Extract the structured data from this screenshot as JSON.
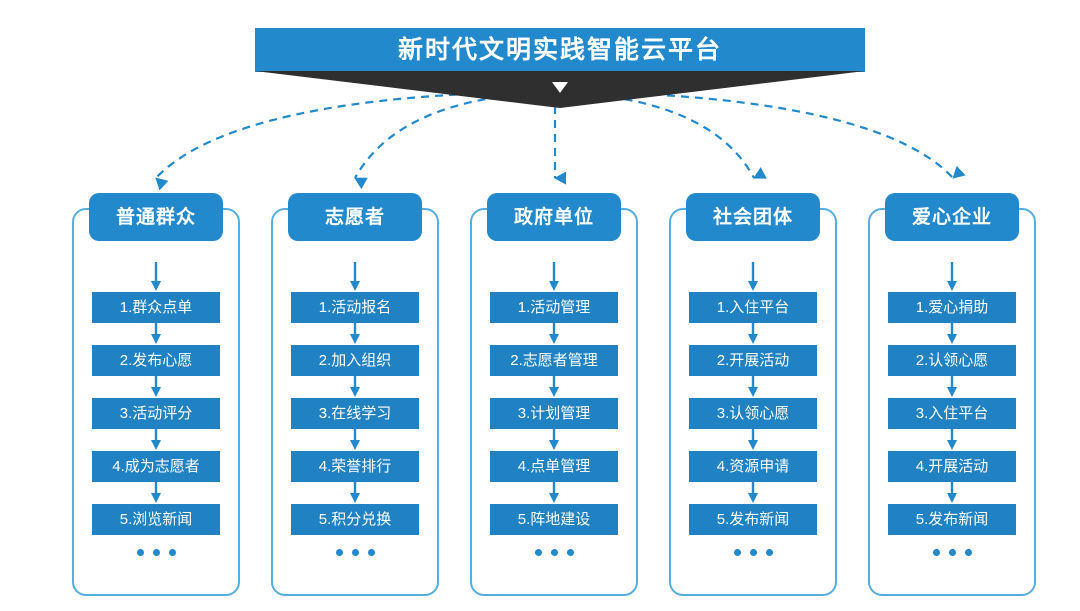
{
  "banner": {
    "title": "新时代文明实践智能云平台",
    "color": "#2189CC",
    "ribbon_color": "#2F2F2F",
    "chevron": "▼"
  },
  "theme": {
    "accent": "#2189CC",
    "box_blue": "#2082C3",
    "border_blue": "#55AEE0",
    "background": "#FFFFFF"
  },
  "columns": [
    {
      "header": "普通群众",
      "items": [
        "1.群众点单",
        "2.发布心愿",
        "3.活动评分",
        "4.成为志愿者",
        "5.浏览新闻"
      ],
      "more": "..."
    },
    {
      "header": "志愿者",
      "items": [
        "1.活动报名",
        "2.加入组织",
        "3.在线学习",
        "4.荣誉排行",
        "5.积分兑换"
      ],
      "more": "..."
    },
    {
      "header": "政府单位",
      "items": [
        "1.活动管理",
        "2.志愿者管理",
        "3.计划管理",
        "4.点单管理",
        "5.阵地建设"
      ],
      "more": "..."
    },
    {
      "header": "社会团体",
      "items": [
        "1.入住平台",
        "2.开展活动",
        "3.认领心愿",
        "4.资源申请",
        "5.发布新闻"
      ],
      "more": "..."
    },
    {
      "header": "爱心企业",
      "items": [
        "1.爱心捐助",
        "2.认领心愿",
        "3.入住平台",
        "4.开展活动",
        "5.发布新闻"
      ],
      "more": "..."
    }
  ]
}
